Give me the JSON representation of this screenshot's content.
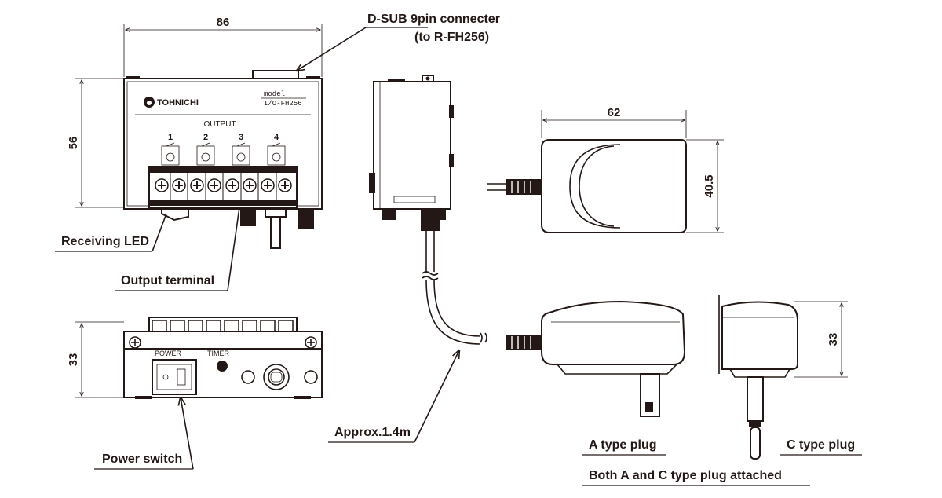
{
  "dimensions": {
    "top_width": "86",
    "top_height": "56",
    "front_height": "33",
    "adapter_width": "62",
    "adapter_height": "40.5",
    "plug_height": "33"
  },
  "labels": {
    "dsub_line1": "D-SUB 9pin connecter",
    "dsub_line2": "(to R-FH256)",
    "receiving_led": "Receiving LED",
    "output_terminal": "Output terminal",
    "power_switch": "Power switch",
    "cable_length": "Approx.1.4m",
    "a_type_plug": "A type plug",
    "c_type_plug": "C  type plug",
    "both_plugs": "Both A and C type plug attached"
  },
  "device": {
    "brand": "TOHNICHI",
    "model_caption": "model",
    "model_name": "I/O-FH256",
    "output_caption": "OUTPUT",
    "channels": [
      "1",
      "2",
      "3",
      "4"
    ],
    "power_caption": "POWER",
    "timer_caption": "TIMER"
  }
}
